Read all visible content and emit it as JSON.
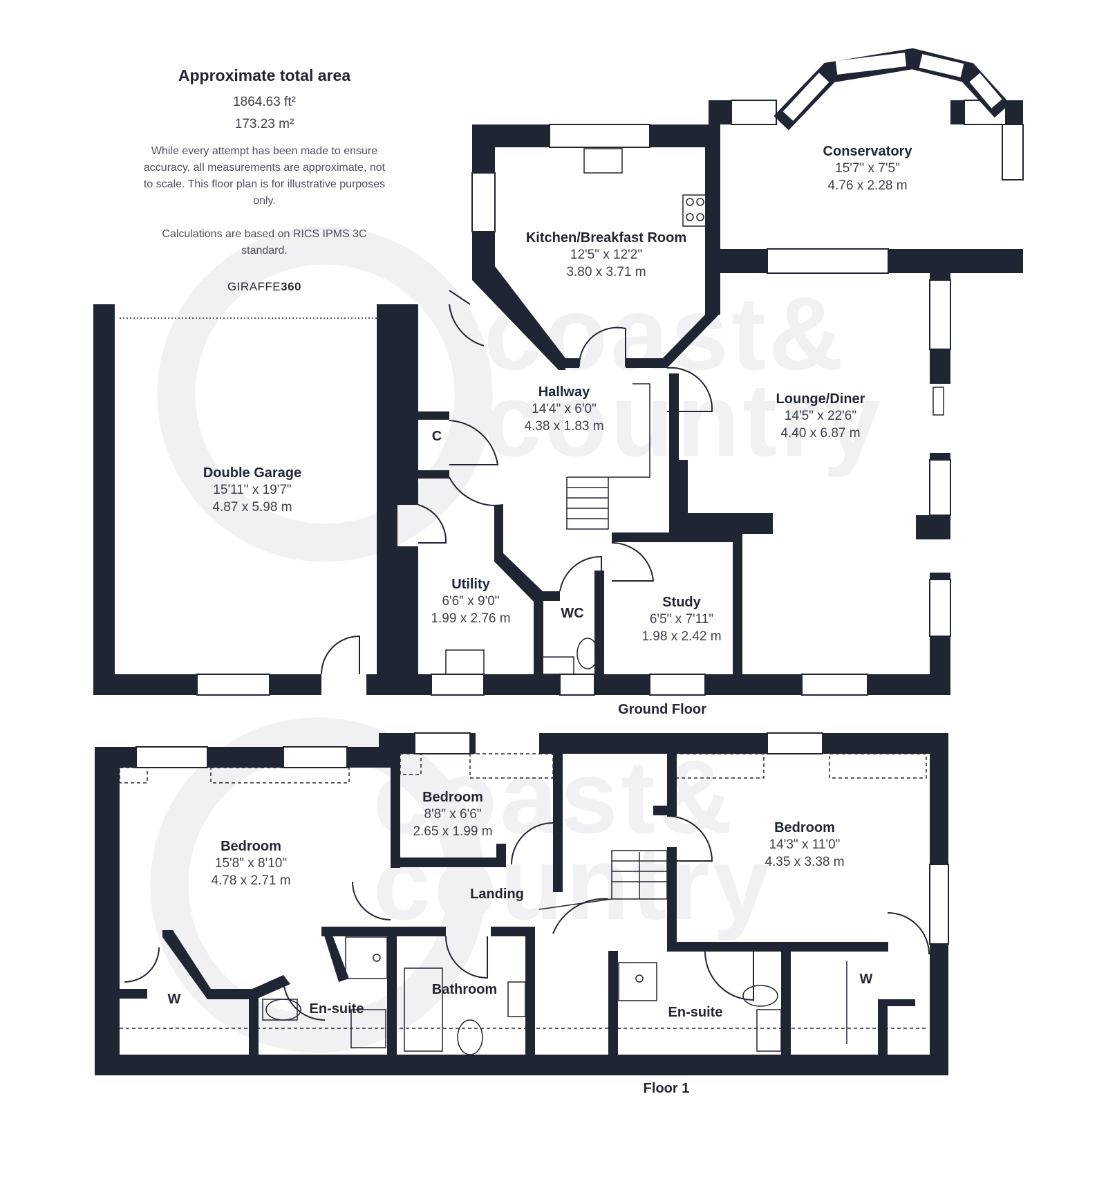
{
  "summary": {
    "title": "Approximate total area",
    "area_ft": "1864.63 ft²",
    "area_m": "173.23 m²",
    "disclaimer": "While every attempt has been made to ensure accuracy, all measurements are approximate, not to scale. This floor plan is for illustrative purposes only.",
    "calculation": "Calculations are based on RICS IPMS 3C standard.",
    "brand_prefix": "GIRAFFE",
    "brand_suffix": "360"
  },
  "watermark": {
    "line1": "coast&",
    "line2": "country"
  },
  "ground_floor": {
    "label": "Ground Floor",
    "rooms": [
      {
        "name": "Kitchen/Breakfast Room",
        "imperial": "12'5\" x 12'2\"",
        "metric": "3.80 x 3.71 m"
      },
      {
        "name": "Conservatory",
        "imperial": "15'7\" x 7'5\"",
        "metric": "4.76 x 2.28 m"
      },
      {
        "name": "Hallway",
        "imperial": "14'4\" x 6'0\"",
        "metric": "4.38 x 1.83 m"
      },
      {
        "name": "Lounge/Diner",
        "imperial": "14'5\" x 22'6\"",
        "metric": "4.40 x 6.87 m"
      },
      {
        "name": "Double Garage",
        "imperial": "15'11\" x 19'7\"",
        "metric": "4.87 x 5.98 m"
      },
      {
        "name": "Utility",
        "imperial": "6'6\" x 9'0\"",
        "metric": "1.99 x 2.76 m"
      },
      {
        "name": "Study",
        "imperial": "6'5\" x 7'11\"",
        "metric": "1.98 x 2.42 m"
      }
    ],
    "small_labels": [
      "C",
      "WC"
    ]
  },
  "first_floor": {
    "label": "Floor 1",
    "rooms": [
      {
        "name": "Bedroom",
        "imperial": "8'8\" x 6'6\"",
        "metric": "2.65 x 1.99 m"
      },
      {
        "name": "Bedroom",
        "imperial": "15'8\" x 8'10\"",
        "metric": "4.78 x 2.71 m"
      },
      {
        "name": "Bedroom",
        "imperial": "14'3\" x 11'0\"",
        "metric": "4.35 x 3.38 m"
      }
    ],
    "small_labels": [
      "Landing",
      "W",
      "En-suite",
      "Bathroom",
      "En-suite",
      "W"
    ]
  },
  "colors": {
    "wall": "#1f2533",
    "text": "#1f2533",
    "watermark": "#f1f1f3"
  }
}
